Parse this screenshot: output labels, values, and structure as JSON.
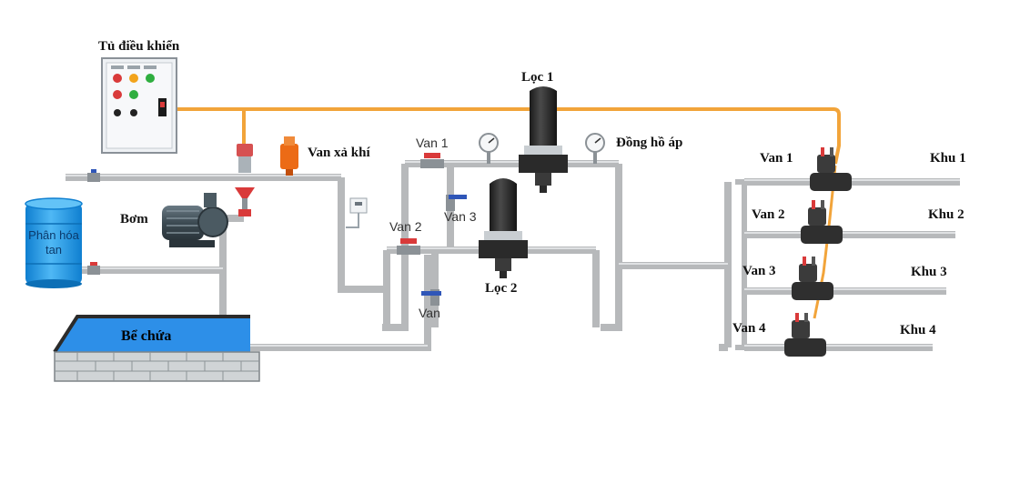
{
  "labels": {
    "control_cabinet": "Tủ điều khiển",
    "air_release_valve": "Van xả khí",
    "pump": "Bơm",
    "tank": "Phân hóa tan",
    "reservoir": "Bể chứa",
    "filter_1": "Lọc 1",
    "filter_2": "Lọc 2",
    "pressure_gauge": "Đồng hồ áp",
    "filter_valve_1": "Van 1",
    "filter_valve_2": "Van 2",
    "filter_valve_3": "Van 3",
    "filter_valve_4": "Van"
  },
  "zones": [
    {
      "valve": "Van 1",
      "zone": "Khu 1"
    },
    {
      "valve": "Van 2",
      "zone": "Khu 2"
    },
    {
      "valve": "Van 3",
      "zone": "Khu 3"
    },
    {
      "valve": "Van 4",
      "zone": "Khu 4"
    }
  ],
  "colors": {
    "pipe": "#b7b9bb",
    "signal_wire": "#f2a43a",
    "tank": "#1e9be8",
    "water": "#2d8fe8",
    "filter": "#2a2a2a",
    "valve_handle_red": "#d93a3a",
    "valve_handle_blue": "#2f56b8",
    "air_valve": "#ec6b16"
  },
  "icons": [
    "control-cabinet-icon",
    "pump-icon",
    "air-release-valve-icon",
    "disc-filter-icon",
    "pressure-gauge-icon",
    "solenoid-valve-icon",
    "ball-valve-icon"
  ]
}
